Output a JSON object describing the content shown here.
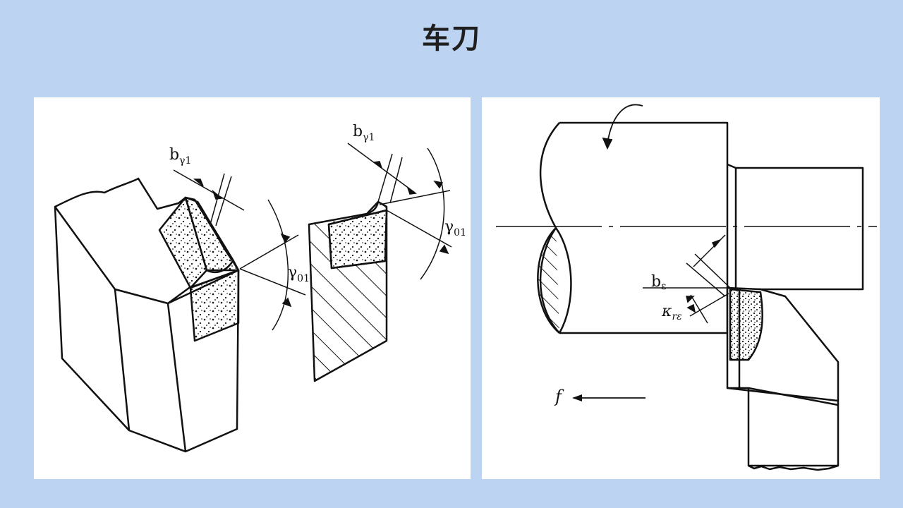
{
  "slide": {
    "title": "车刀"
  },
  "left_figure": {
    "label_b1": "b",
    "label_b1_sub": "γ1",
    "label_gamma1": "γ",
    "label_gamma1_sub": "01",
    "label_b2": "b",
    "label_b2_sub": "γ1",
    "label_gamma2": "γ",
    "label_gamma2_sub": "01"
  },
  "right_figure": {
    "label_b": "b",
    "label_b_sub": "ε",
    "label_kappa": "κ",
    "label_kappa_sub": "rε",
    "label_f": "f"
  }
}
